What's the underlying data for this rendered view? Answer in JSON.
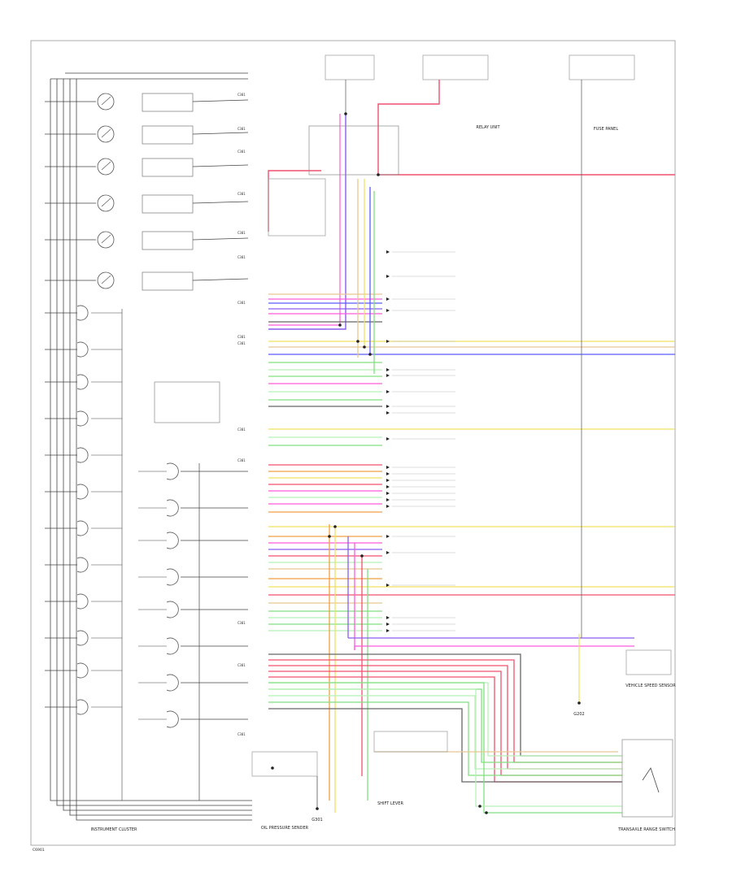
{
  "colors": {
    "red": "#f0506e",
    "pink": "#ff5adc",
    "purple": "#8a5cf0",
    "blue": "#5a5aff",
    "yellow": "#f0e060",
    "tan": "#e8c890",
    "green": "#80e080",
    "lightgreen": "#b8f0b8",
    "orange": "#f0a040",
    "gray": "#666666"
  },
  "labels": {
    "instrument_cluster": "INSTRUMENT CLUSTER",
    "footer_code": "C6901",
    "fuse_panel": "FUSE PANEL",
    "relay_unit": "RELAY UNIT",
    "ground_a": "G301",
    "ground_b": "G202",
    "shift_lever": "SHIFT LEVER",
    "tr_switch": "TRANSAXLE RANGE SWITCH",
    "oil_sender": "OIL PRESSURE SENDER",
    "vehicle_speed": "VEHICLE SPEED SENSOR"
  }
}
